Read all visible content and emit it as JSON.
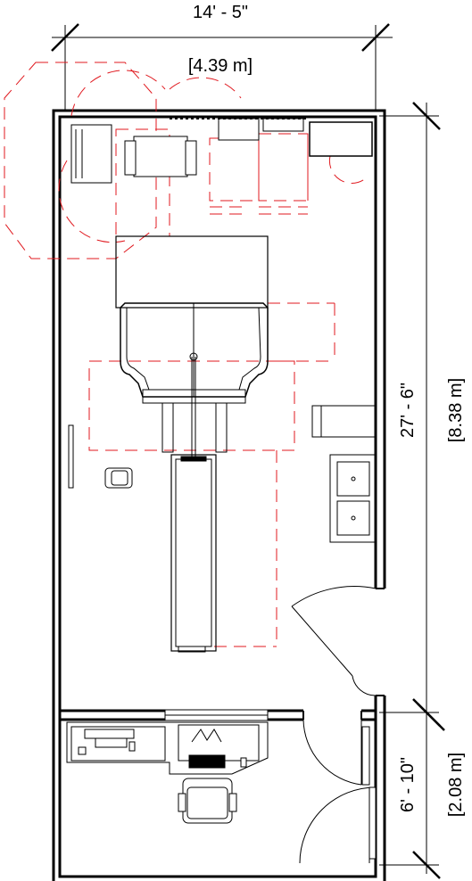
{
  "dimensions": {
    "width_imperial": "14' - 5\"",
    "width_metric": "[4.39 m]",
    "height_imperial": "27' - 6\"",
    "height_metric": "[8.38 m]",
    "control_imperial": "6' - 10\"",
    "control_metric": "[2.08 m]"
  },
  "colors": {
    "wall": "#000000",
    "line": "#222222",
    "clearance": "#e0191f",
    "background": "#ffffff"
  },
  "icons": {
    "door": "door-swing-icon",
    "sink": "double-sink-icon",
    "chair": "office-chair-icon",
    "equipment": "ct-gantry-icon"
  }
}
